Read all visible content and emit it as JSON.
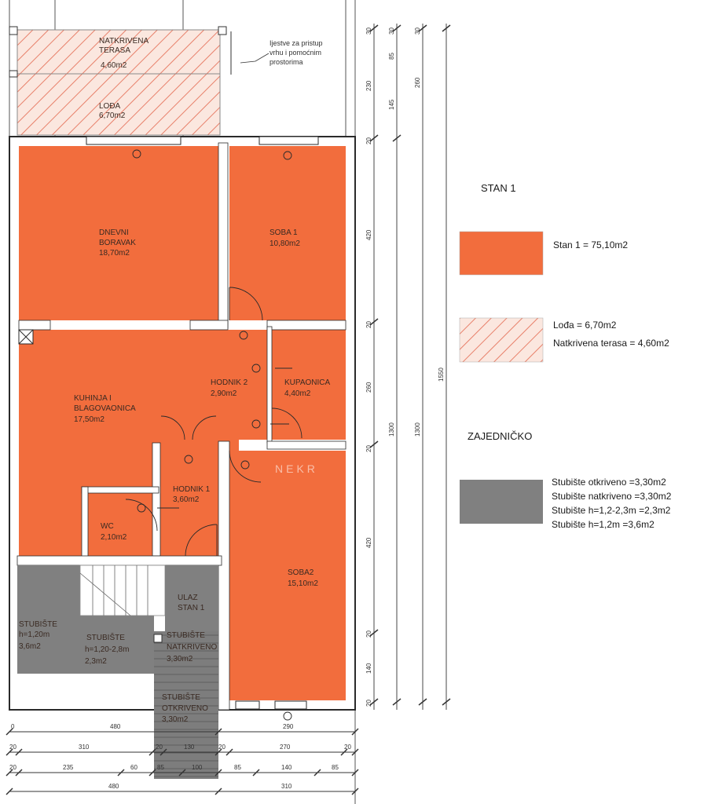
{
  "colors": {
    "apartment": "#f26d3d",
    "terrace_hatch": "#e8806a",
    "common": "#808080",
    "wall": "#ffffff",
    "outline": "#2a2a2a"
  },
  "rooms": {
    "terrace": {
      "name": "NATKRIVENA\nTERASA",
      "area": "4,60m2"
    },
    "loggia": {
      "name": "LOĐA",
      "area": "6,70m2"
    },
    "living": {
      "name": "DNEVNI\nBORAVAK",
      "area": "18,70m2"
    },
    "room1": {
      "name": "SOBA 1",
      "area": "10,80m2"
    },
    "kitchen": {
      "name": "KUHINJA I\nBLAGOVAONICA",
      "area": "17,50m2"
    },
    "hall2": {
      "name": "HODNIK 2",
      "area": "2,90m2"
    },
    "bathroom": {
      "name": "KUPAONICA",
      "area": "4,40m2"
    },
    "hall1": {
      "name": "HODNIK 1",
      "area": "3,60m2"
    },
    "wc": {
      "name": "WC",
      "area": "2,10m2"
    },
    "room2": {
      "name": "SOBA2",
      "area": "15,10m2"
    },
    "entrance": {
      "name": "ULAZ\nSTAN 1"
    },
    "stair_low": {
      "name": "STUBIŠTE\nh=1,20m",
      "area": "3,6m2"
    },
    "stair_mid": {
      "name": "STUBIŠTE\nh=1,20-2,8m",
      "area": "2,3m2"
    },
    "stair_covered": {
      "name": "STUBIŠTE\nNATKRIVENO",
      "area": "3,30m2"
    },
    "stair_open": {
      "name": "STUBIŠTE\nOTKRIVENO",
      "area": "3,30m2"
    }
  },
  "annotation": "Ijestve za pristup\nvrhu i pomoćnim\nprostorima",
  "watermark": "NEKR",
  "dimensions": {
    "vertical_a": [
      "30",
      "230",
      "20",
      "420",
      "20",
      "260",
      "20",
      "420",
      "20",
      "140",
      "20"
    ],
    "vertical_b": [
      "30",
      "85",
      "145",
      "1300"
    ],
    "vertical_c": [
      "30",
      "260",
      "1300"
    ],
    "vertical_d": [
      "1550"
    ],
    "bottom_row1": [
      "480",
      "290"
    ],
    "bottom_row2": [
      "20",
      "310",
      "20",
      "130",
      "20",
      "270",
      "20"
    ],
    "bottom_row3": [
      "20",
      "235",
      "60",
      "85",
      "100",
      "85",
      "140",
      "85"
    ],
    "bottom_row4": [
      "480",
      "310"
    ]
  },
  "legend": {
    "title": "STAN 1",
    "apartment_text": "Stan 1 = 75,10m2",
    "loggia_text": "Lođa  = 6,70m2",
    "terrace_text": "Natkrivena terasa = 4,60m2",
    "common_title": "ZAJEDNIČKO",
    "common_items": [
      "Stubište otkriveno =3,30m2",
      "Stubište natkriveno =3,30m2",
      "Stubište h=1,2-2,3m =2,3m2",
      "Stubište h=1,2m =3,6m2"
    ]
  }
}
